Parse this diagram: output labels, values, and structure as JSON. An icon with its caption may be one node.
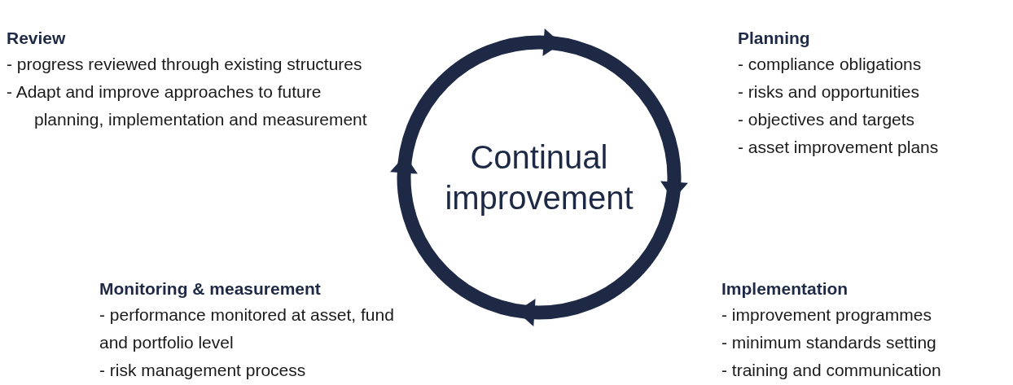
{
  "diagram": {
    "nodes": [
      {
        "text": [
          "Continual improvement"
        ]
      },
      {
        "text": [
          "Review",
          "- progress reviewed through existing structures",
          "- Adapt and improve approaches to future planning, implementation and measurement"
        ]
      },
      {
        "text": [
          "Planning",
          "- compliance obligations",
          "- risks and opportunities",
          "- objectives and targets",
          "- asset improvement plans"
        ]
      },
      {
        "text": [
          "Monitoring & measurement",
          "- performance monitored at asset, fund and portfolio level",
          "- risk management process"
        ]
      },
      {
        "text": [
          "Implementation",
          "- improvement programmes",
          "- minimum standards setting",
          "- training and communication"
        ]
      }
    ]
  }
}
